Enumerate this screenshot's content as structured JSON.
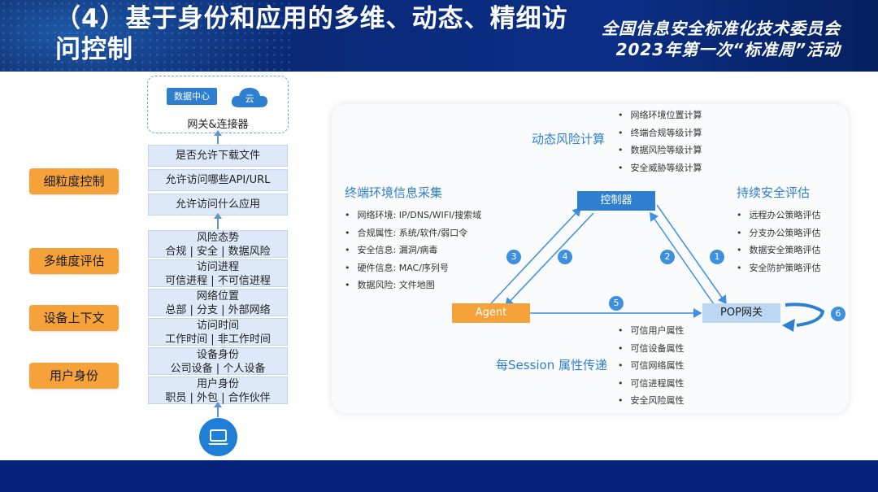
{
  "header": {
    "title": "（4）基于身份和应用的多维、动态、精细访问控制",
    "org_line1": "全国信息安全标准化技术委员会",
    "org_line2": "2023年第一次“标准周”活动"
  },
  "categories": [
    "细粒度控制",
    "多维度评估",
    "设备上下文",
    "用户身份"
  ],
  "stack": {
    "datacenter": "数据中心",
    "cloud": "云",
    "gateway": "网关&连接器",
    "control": [
      "是否允许下载文件",
      "允许访问哪些API/URL",
      "允许访问什么应用"
    ],
    "attributes": [
      {
        "title": "风险态势",
        "detail": "合规 | 安全 | 数据风险"
      },
      {
        "title": "访问进程",
        "detail": "可信进程 | 不可信进程"
      },
      {
        "title": "网络位置",
        "detail": "总部 | 分支 | 外部网络"
      },
      {
        "title": "访问时间",
        "detail": "工作时间 | 非工作时间"
      },
      {
        "title": "设备身份",
        "detail": "公司设备 | 个人设备"
      },
      {
        "title": "用户身份",
        "detail": "职员 | 外包 | 合作伙伴"
      }
    ]
  },
  "diagram": {
    "risk_title": "动态风险计算",
    "risk_items": [
      "网络环境位置计算",
      "终端合规等级计算",
      "数据风险等级计算",
      "安全威胁等级计算"
    ],
    "collect_title": "终端环境信息采集",
    "collect_items": [
      "网络环境: IP/DNS/WIFI/搜索域",
      "合规属性: 系统/软件/弱口令",
      "安全信息: 漏洞/病毒",
      "硬件信息: MAC/序列号",
      "数据风险: 文件地图"
    ],
    "eval_title": "持续安全评估",
    "eval_items": [
      "远程办公策略评估",
      "分支办公策略评估",
      "数据安全策略评估",
      "安全防护策略评估"
    ],
    "session_title": "每Session 属性传递",
    "session_items": [
      "可信用户属性",
      "可信设备属性",
      "可信网络属性",
      "可信进程属性",
      "安全风险属性"
    ],
    "controller": "控制器",
    "agent": "Agent",
    "pop": "POP网关",
    "steps": [
      "1",
      "2",
      "3",
      "4",
      "5",
      "6"
    ],
    "colors": {
      "accent": "#2f7fd1",
      "agent": "#f5a23a",
      "pop": "#bcd7f3"
    }
  }
}
